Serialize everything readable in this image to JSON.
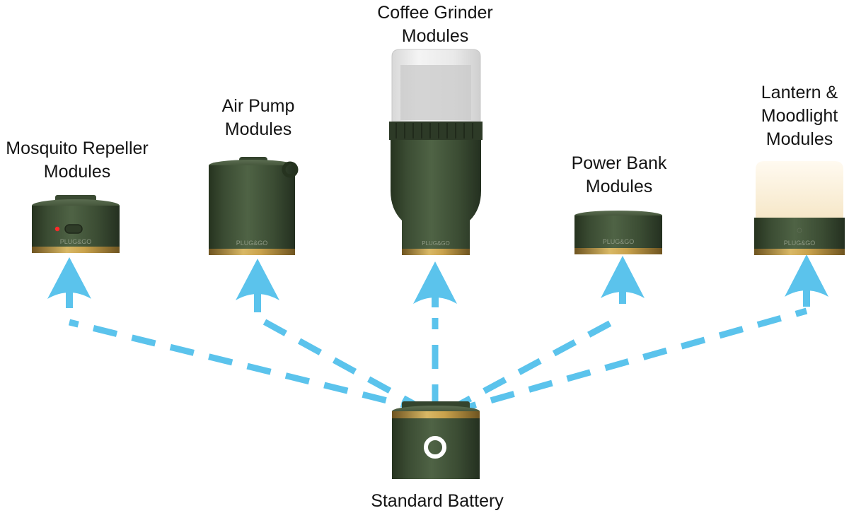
{
  "modules": [
    {
      "id": "mosquito",
      "line1": "Mosquito Repeller",
      "line2": "Modules",
      "brand": "PLUG&GO"
    },
    {
      "id": "airpump",
      "line1": "Air Pump",
      "line2": "Modules",
      "brand": "PLUG&GO"
    },
    {
      "id": "grinder",
      "line1": "Coffee Grinder",
      "line2": "Modules",
      "brand": "PLUG&GO"
    },
    {
      "id": "powerbank",
      "line1": "Power Bank",
      "line2": "Modules",
      "brand": "PLUG&GO"
    },
    {
      "id": "lantern",
      "line1": "Lantern &",
      "line2": "Moodlight",
      "line3": "Modules",
      "brand": "PLUG&GO"
    }
  ],
  "battery": {
    "label": "Standard Battery"
  },
  "colors": {
    "arrow": "#5bc3ec",
    "body": "#3f5236",
    "body_dark": "#2c3a26",
    "gold": "#b8943f",
    "lantern_glow": "#fbf2df"
  }
}
